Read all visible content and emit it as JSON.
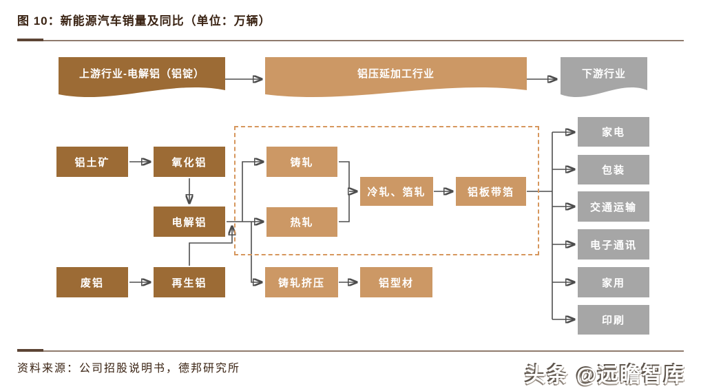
{
  "figure": {
    "title": "图 10：新能源汽车销量及同比（单位：万辆）",
    "source_note": "资料来源：公司招股说明书，德邦研究所",
    "watermark": "头条 @远瞻智库"
  },
  "colors": {
    "dark_brown_box": "#9C6B35",
    "tan_box": "#CC9865",
    "gray_box": "#A6A6A6",
    "dashed_border": "#D6965C",
    "connector_line": "#4D4D4D",
    "title_text": "#3A2313",
    "divider": "#8F7A6D",
    "divider_dark_segment": "#5C4434"
  },
  "flowchart": {
    "top_row": [
      {
        "label": "上游行业-电解铝（铝锭）"
      },
      {
        "label": "铝压延加工行业"
      },
      {
        "label": "下游行业"
      }
    ],
    "nodes": {
      "bauxite": "铝土矿",
      "alumina": "氧化铝",
      "electrolytic_aluminum": "电解铝",
      "scrap_aluminum": "废铝",
      "recycled_aluminum": "再生铝",
      "cast_rolling": "铸轧",
      "hot_rolling": "热轧",
      "cold_foil_rolling": "冷轧、箔轧",
      "aluminum_sheet_strip_foil": "铝板带箔",
      "cast_roll_extrusion": "铸轧挤压",
      "aluminum_profile": "铝型材",
      "home_appliance": "家电",
      "packaging": "包装",
      "transportation": "交通运输",
      "electronics_comm": "电子通讯",
      "household": "家用",
      "printing": "印刷"
    }
  }
}
